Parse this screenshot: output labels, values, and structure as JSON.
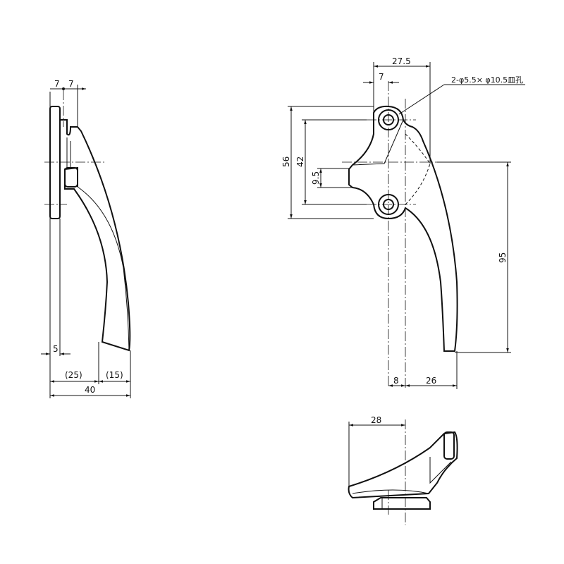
{
  "side_view": {
    "dim_top_left": "7",
    "dim_top_right": "7",
    "dim_plate": "5",
    "dim_left_ref": "(25)",
    "dim_right_ref": "(15)",
    "dim_total": "40"
  },
  "front_view": {
    "dim_width_top": "27.5",
    "dim_offset": "7",
    "dim_hole_note": "2-φ5.5× φ10.5皿孔",
    "dim_height_56": "56",
    "dim_height_42": "42",
    "dim_height_9_5": "9.5",
    "dim_height_95": "95",
    "dim_bottom_8": "8",
    "dim_bottom_26": "26"
  },
  "bottom_view": {
    "dim_width": "28"
  }
}
